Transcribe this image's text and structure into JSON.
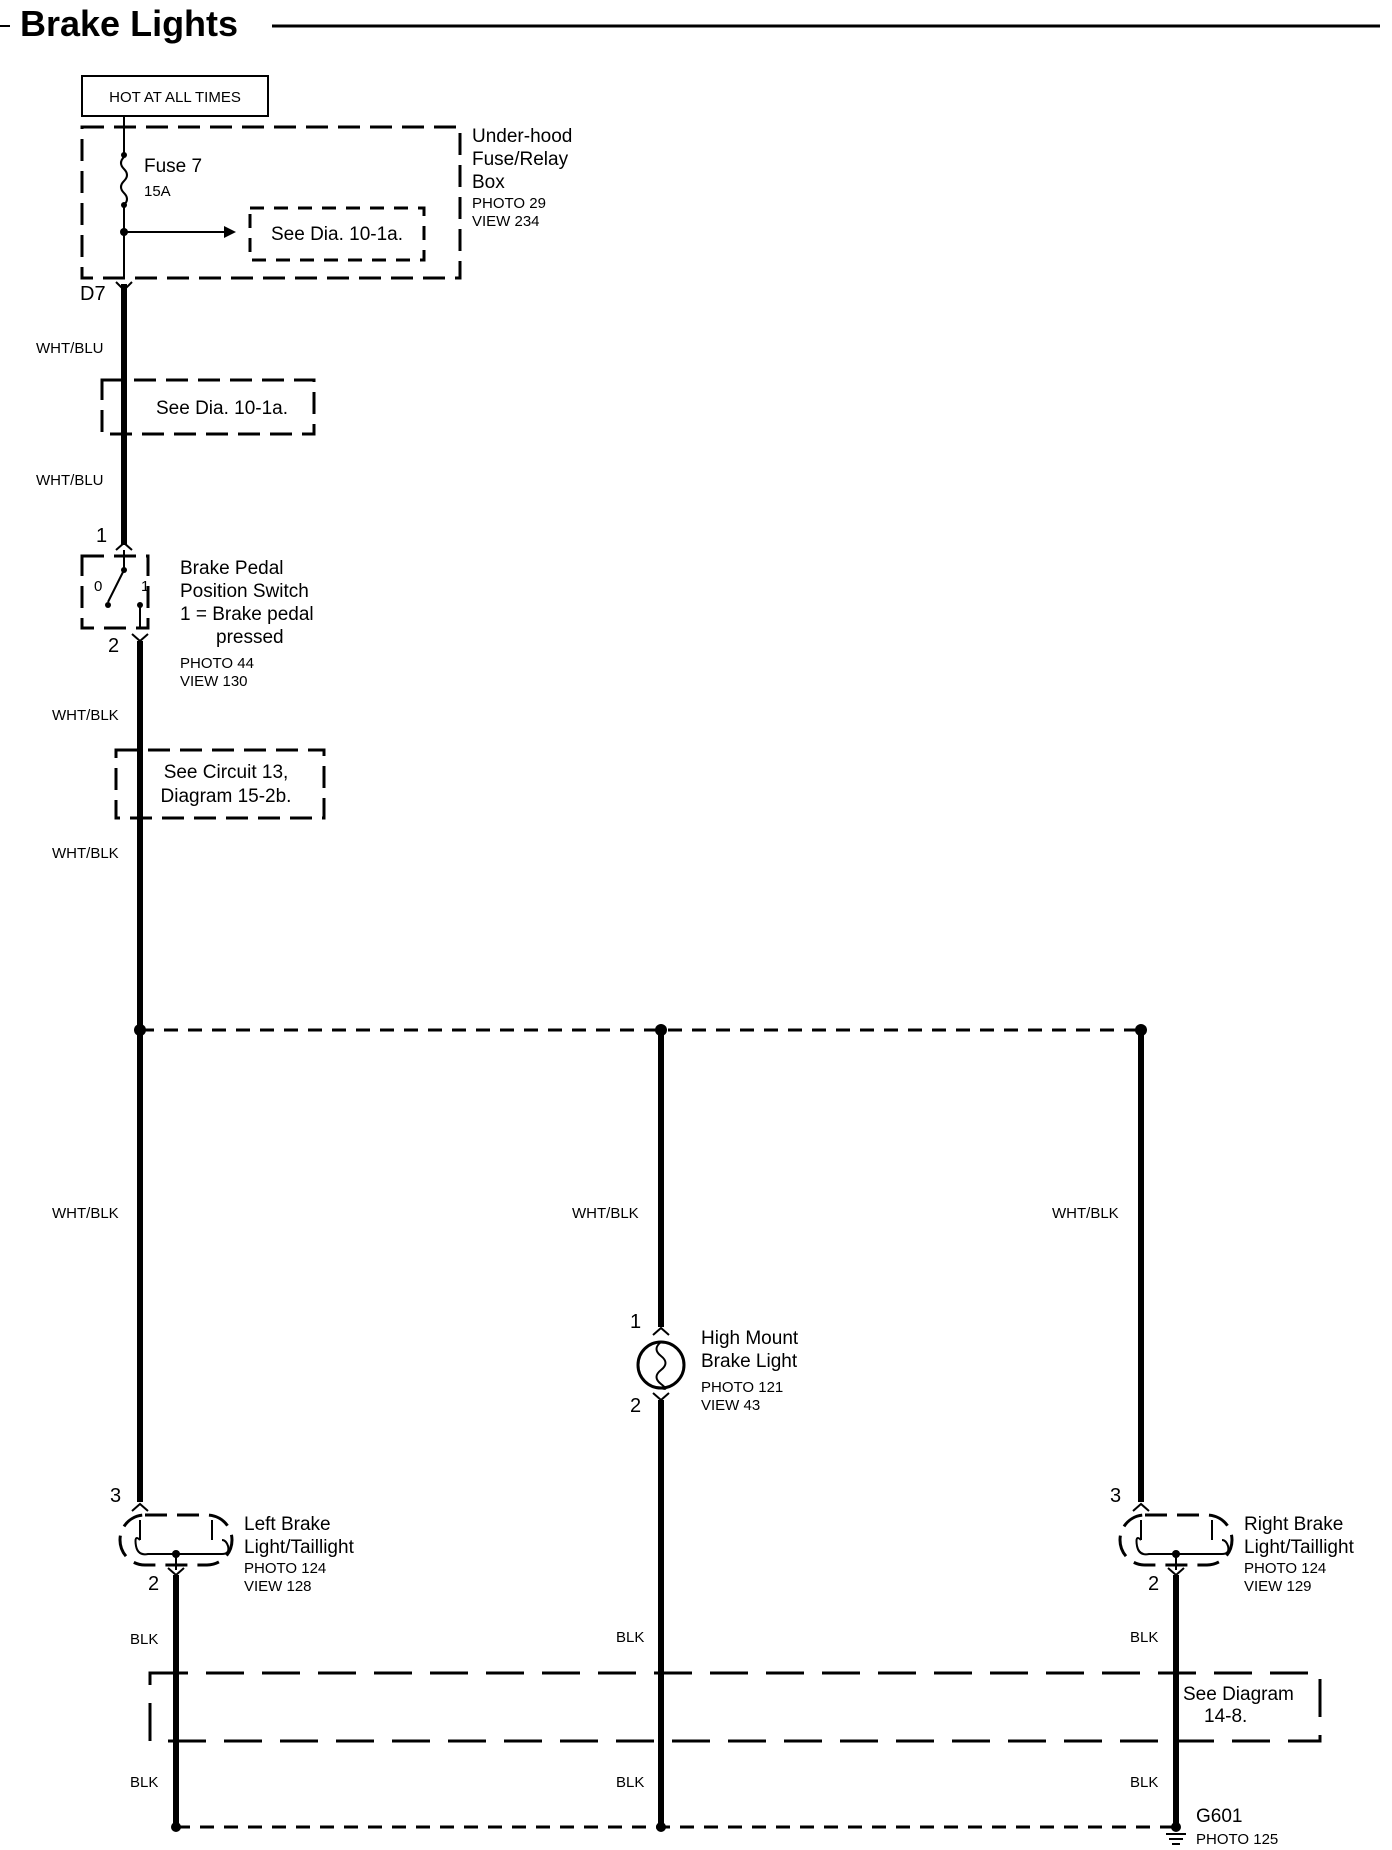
{
  "title": "Brake Lights",
  "hot_label": "HOT AT ALL TIMES",
  "fuse_box": {
    "fuse_name": "Fuse 7",
    "fuse_rating": "15A",
    "see_ref": "See Dia. 10-1a.",
    "label_lines": [
      "Under-hood",
      "Fuse/Relay",
      "Box"
    ],
    "photo": "PHOTO 29",
    "view": "VIEW 234",
    "terminal": "D7"
  },
  "wires": {
    "wht_blu_upper": "WHT/BLU",
    "wht_blu_lower": "WHT/BLU",
    "wht_blk_sw1": "WHT/BLK",
    "wht_blk_sw2": "WHT/BLK",
    "wht_blk_left": "WHT/BLK",
    "wht_blk_center": "WHT/BLK",
    "wht_blk_right": "WHT/BLK",
    "blk_left_upper": "BLK",
    "blk_center_upper": "BLK",
    "blk_right_upper": "BLK",
    "blk_left_lower": "BLK",
    "blk_center_lower": "BLK",
    "blk_right_lower": "BLK"
  },
  "see_dia_2": "See Dia. 10-1a.",
  "brake_switch": {
    "pin_in": "1",
    "pin_out": "2",
    "state_0": "0",
    "state_1": "1",
    "label_lines": [
      "Brake Pedal",
      "Position Switch",
      "1 = Brake pedal",
      "pressed"
    ],
    "photo": "PHOTO 44",
    "view": "VIEW 130"
  },
  "see_circuit": [
    "See Circuit 13,",
    "Diagram  15-2b."
  ],
  "high_mount": {
    "pin_in": "1",
    "pin_out": "2",
    "label_lines": [
      "High Mount",
      "Brake Light"
    ],
    "photo": "PHOTO 121",
    "view": "VIEW 43"
  },
  "left_light": {
    "pin_in": "3",
    "pin_out": "2",
    "label_lines": [
      "Left Brake",
      "Light/Taillight"
    ],
    "photo": "PHOTO 124",
    "view": "VIEW 128"
  },
  "right_light": {
    "pin_in": "3",
    "pin_out": "2",
    "label_lines": [
      "Right Brake",
      "Light/Taillight"
    ],
    "photo": "PHOTO 124",
    "view": "VIEW 129"
  },
  "see_diagram_ground": [
    "See Diagram",
    "14-8."
  ],
  "ground": {
    "name": "G601",
    "photo": "PHOTO 125"
  }
}
